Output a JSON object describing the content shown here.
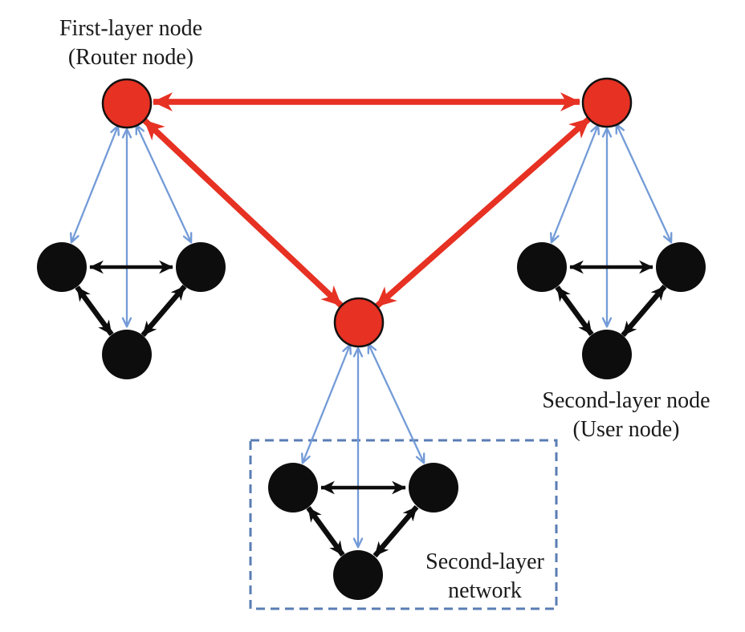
{
  "labels": {
    "first_layer_node": {
      "line1": "First-layer node",
      "line2": "(Router node)"
    },
    "second_layer_node": {
      "line1": "Second-layer node",
      "line2": "(User node)"
    },
    "second_layer_network": {
      "line1": "Second-layer",
      "line2": "network"
    }
  },
  "colors": {
    "background": "#ffffff",
    "router_node_fill": "#e63123",
    "router_link": "#e63123",
    "user_node_fill": "#0d0d0d",
    "user_link": "#0d0d0d",
    "interlayer_link": "#739bd7",
    "network_box_border": "#5a7db4",
    "text": "#1a1a1a"
  }
}
